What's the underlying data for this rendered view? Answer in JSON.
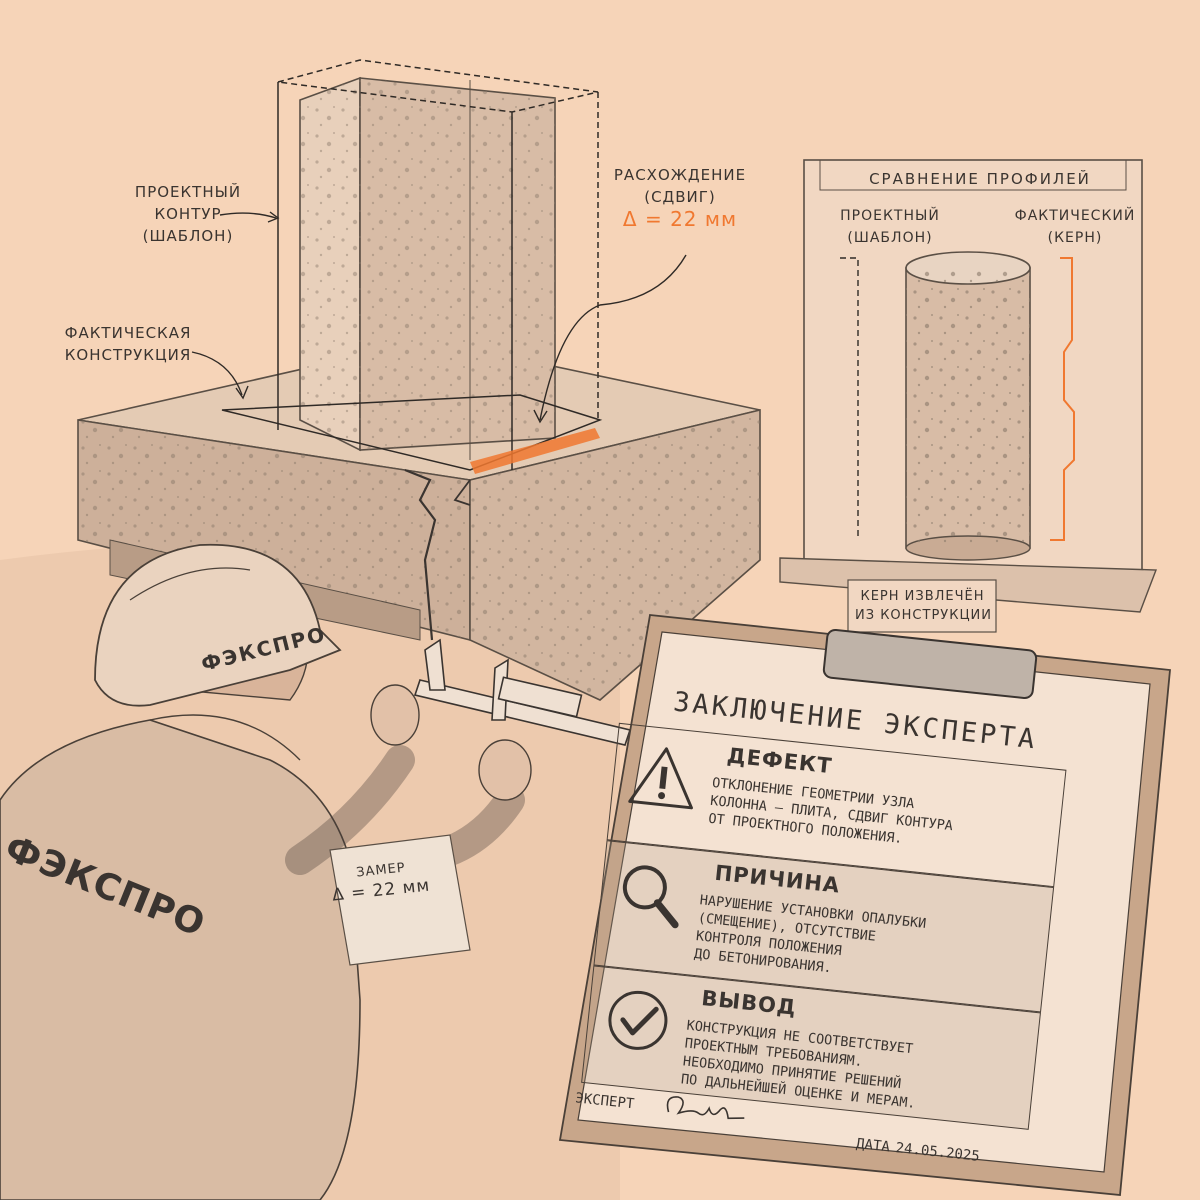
{
  "labels": {
    "design_contour": [
      "ПРОЕКТНЫЙ",
      "КОНТУР",
      "(ШАБЛОН)"
    ],
    "actual_structure": [
      "ФАКТИЧЕСКАЯ",
      "КОНСТРУКЦИЯ"
    ],
    "discrepancy": [
      "РАСХОЖДЕНИЕ",
      "(СДВИГ)"
    ],
    "delta_value": "Δ = 22 мм"
  },
  "comparison": {
    "title": "СРАВНЕНИЕ ПРОФИЛЕЙ",
    "design": [
      "ПРОЕКТНЫЙ",
      "(ШАБЛОН)"
    ],
    "actual": [
      "ФАКТИЧЕСКИЙ",
      "(КЕРН)"
    ],
    "core_caption": [
      "КЕРН ИЗВЛЕЧЁН",
      "ИЗ КОНСТРУКЦИИ"
    ]
  },
  "worker": {
    "helmet_brand": "ФЭКСПРО",
    "jacket_brand": "ФЭКСПРО",
    "note_title": "ЗАМЕР",
    "note_value": "Δ = 22 мм"
  },
  "report": {
    "title": "ЗАКЛЮЧЕНИЕ ЭКСПЕРТА",
    "sections": [
      {
        "icon": "warning-icon",
        "heading": "ДЕФЕКТ",
        "lines": [
          "ОТКЛОНЕНИЕ ГЕОМЕТРИИ УЗЛА",
          "КОЛОННА – ПЛИТА, СДВИГ КОНТУРА",
          "ОТ ПРОЕКТНОГО ПОЛОЖЕНИЯ."
        ]
      },
      {
        "icon": "magnifier-icon",
        "heading": "ПРИЧИНА",
        "lines": [
          "НАРУШЕНИЕ УСТАНОВКИ ОПАЛУБКИ",
          "(СМЕЩЕНИЕ), ОТСУТСТВИЕ",
          "КОНТРОЛЯ ПОЛОЖЕНИЯ",
          "ДО БЕТОНИРОВАНИЯ."
        ]
      },
      {
        "icon": "checkmark-icon",
        "heading": "ВЫВОД",
        "lines": [
          "КОНСТРУКЦИЯ НЕ СООТВЕТСТВУЕТ",
          "ПРОЕКТНЫМ ТРЕБОВАНИЯМ.",
          "НЕОБХОДИМО ПРИНЯТИЕ РЕШЕНИЙ",
          "ПО ДАЛЬНЕЙШЕЙ ОЦЕНКЕ И МЕРАМ."
        ]
      }
    ],
    "expert_label": "ЭКСПЕРТ",
    "date_label": "ДАТА",
    "date_value": "24.05.2025"
  },
  "colors": {
    "background": "#f6d4b8",
    "accent": "#f07830",
    "ink": "#3a3430"
  }
}
